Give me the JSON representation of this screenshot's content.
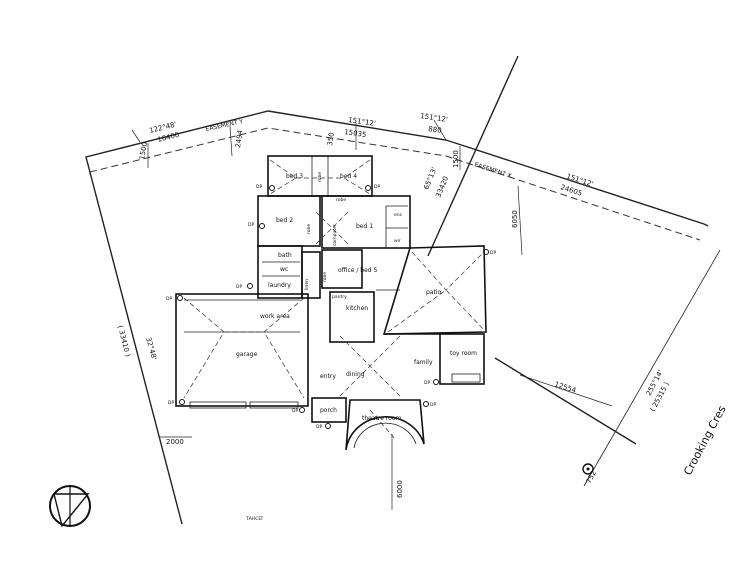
{
  "site": {
    "easement_y": "EASEMENT Y",
    "easement_x": "EASEMENT X",
    "street": "Crooking Cres"
  },
  "bearings": {
    "top_left": "122°48'",
    "top_mid": "151°12'",
    "top_right": "151°12'",
    "right_easement": "151°12'",
    "diagonal": "65°13'",
    "left_side": "32°48'",
    "right_side": "255°14'"
  },
  "dimensions": {
    "d16400": "16400",
    "d15035": "15035",
    "d880": "880",
    "d24605": "24605",
    "d33420": "33420",
    "d33410": "( 33410 )",
    "d25315": "( 25315 )",
    "d12554": "12554",
    "d6050": "6050",
    "d6000": "6000",
    "d2000": "2000",
    "d1500a": "1500",
    "d1500b": "1500",
    "d2494": "2494",
    "d350": "350",
    "d752": "752"
  },
  "rooms": {
    "bed3": "bed 3",
    "robe1": "robe",
    "bed4": "bed 4",
    "robe2": "robe",
    "bed2": "bed 2",
    "robe3": "robe",
    "bed1": "bed 1",
    "ens": "ens",
    "wir": "wir",
    "computer": "computer",
    "bath": "bath",
    "wc": "wc",
    "laundry": "laundry",
    "linen": "linen",
    "robe4": "robe",
    "office": "office / bed 5",
    "pantry": "pantry",
    "kitchen": "kitchen",
    "patio": "patio",
    "work_area": "work area",
    "garage": "garage",
    "entry": "entry",
    "dining": "dining",
    "family": "family",
    "toy_room": "toy room",
    "porch": "porch",
    "theatre": "theatre room",
    "illegible": "ТАНСЕЇ"
  },
  "markers": {
    "dp": "DP"
  }
}
